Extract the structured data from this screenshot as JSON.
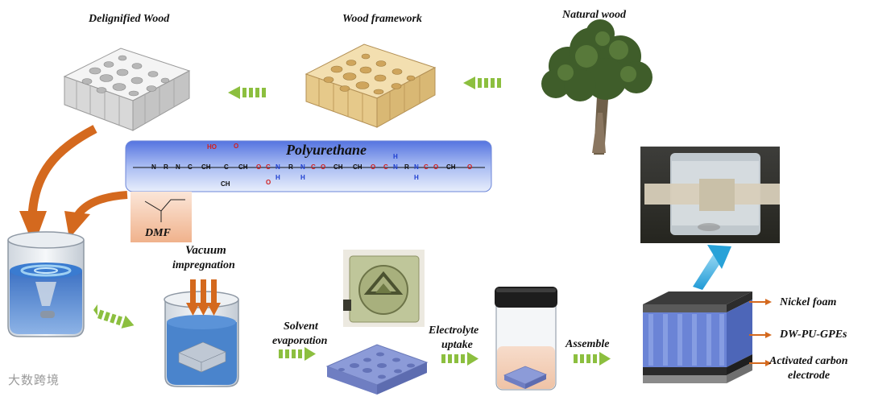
{
  "labels": {
    "delignified_wood": "Delignified Wood",
    "wood_framework": "Wood framework",
    "natural_wood": "Natural wood",
    "polyurethane": "Polyurethane",
    "dmf": "DMF",
    "vacuum": "Vacuum",
    "impregnation": "impregnation",
    "solvent": "Solvent",
    "evaporation": "evaporation",
    "electrolyte": "Electrolyte",
    "uptake": "uptake",
    "assemble": "Assemble",
    "nickel_foam": "Nickel foam",
    "dw_pu_gpes": "DW-PU-GPEs",
    "activated_carbon": "Activated carbon",
    "electrode": "electrode"
  },
  "chem": {
    "ho": "HO",
    "o": "O",
    "ch3": "CH",
    "n": "N",
    "r": "R",
    "h": "H",
    "c": "C",
    "ch2": "CH"
  },
  "watermark": "大数跨境",
  "colors": {
    "arrow_orange": "#d4691e",
    "arrow_green": "#8cbf3f",
    "poly_bg": "#7f9be8",
    "dmf_bg": "#f3c2a2",
    "wood_white": "#eeeeee",
    "wood_tan": "#ecd4a0",
    "gpe_blue": "#8a9ad6",
    "beaker_blue": "#4f86d0",
    "chem_red": "#d11f1f",
    "chem_blue": "#1f3fd1"
  }
}
